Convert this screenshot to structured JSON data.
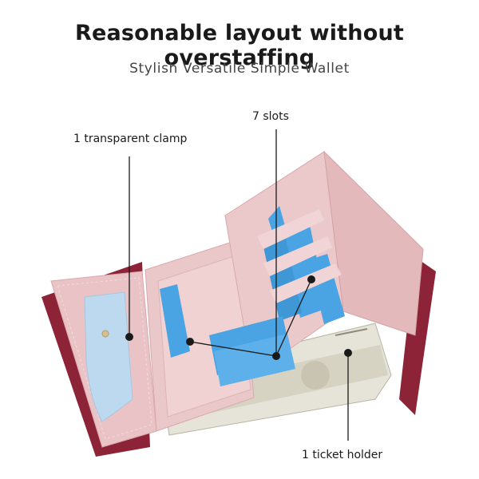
{
  "header": {
    "title": "Reasonable layout without overstaffing",
    "subtitle": "Stylish Versatile Simple Wallet"
  },
  "callouts": {
    "clamp": "1 transparent clamp",
    "slots": "7 slots",
    "ticket_holder": "1 ticket holder"
  },
  "colors": {
    "leather_pink": "#e9c3c5",
    "leather_maroon": "#8c2336",
    "card_blue": "#4aa3e2",
    "clamp_window": "#bcd9f0",
    "banknote": "#e6e3d8",
    "leader_line": "#1a1a1a"
  }
}
